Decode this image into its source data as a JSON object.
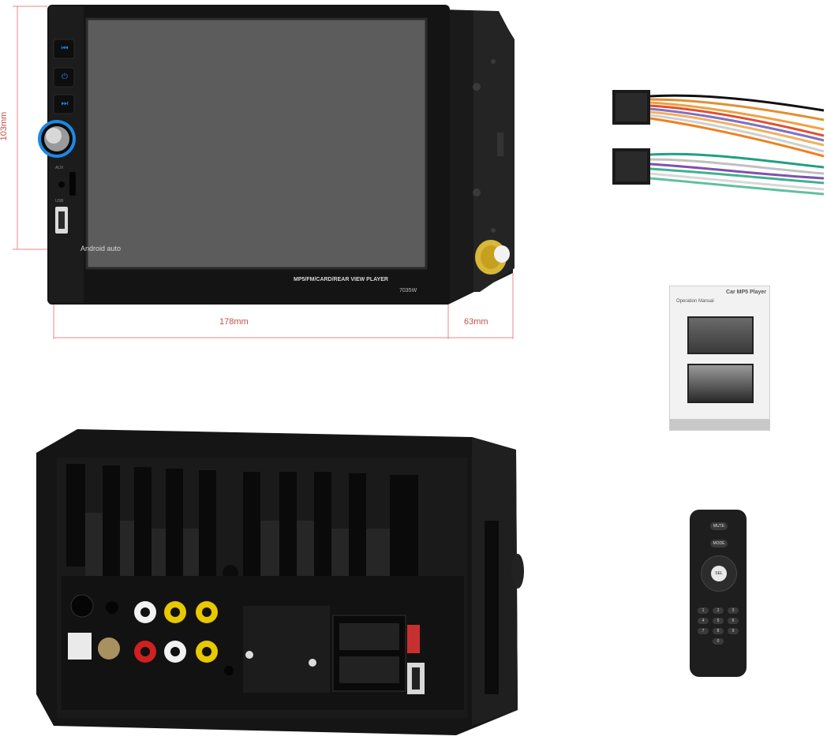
{
  "dimensions": {
    "height_label": "103mm",
    "width_label": "178mm",
    "depth_label": "63mm"
  },
  "head_unit": {
    "brand_text": "Android auto",
    "model_strip_text": "MP5/FM/CARD/REAR VIEW PLAYER",
    "model_number": "7035W",
    "panel_labels": {
      "aux": "AUX",
      "usb": "USB"
    },
    "button_icons": [
      "previous-icon",
      "power-icon",
      "next-icon"
    ]
  },
  "manual": {
    "title": "Car MP5 Player",
    "subtitle": "Operation Manual"
  },
  "remote": {
    "top_buttons": [
      "MUTE",
      "MODE"
    ],
    "center_button": "SEL",
    "number_keys": [
      "1",
      "2",
      "3",
      "4",
      "5",
      "6",
      "7",
      "8",
      "9",
      "0"
    ]
  },
  "colors": {
    "dimension_lines": "#e88a88",
    "device_body": "#151515",
    "screen": "#5a5a5a",
    "button_accent": "#1e88e5"
  }
}
